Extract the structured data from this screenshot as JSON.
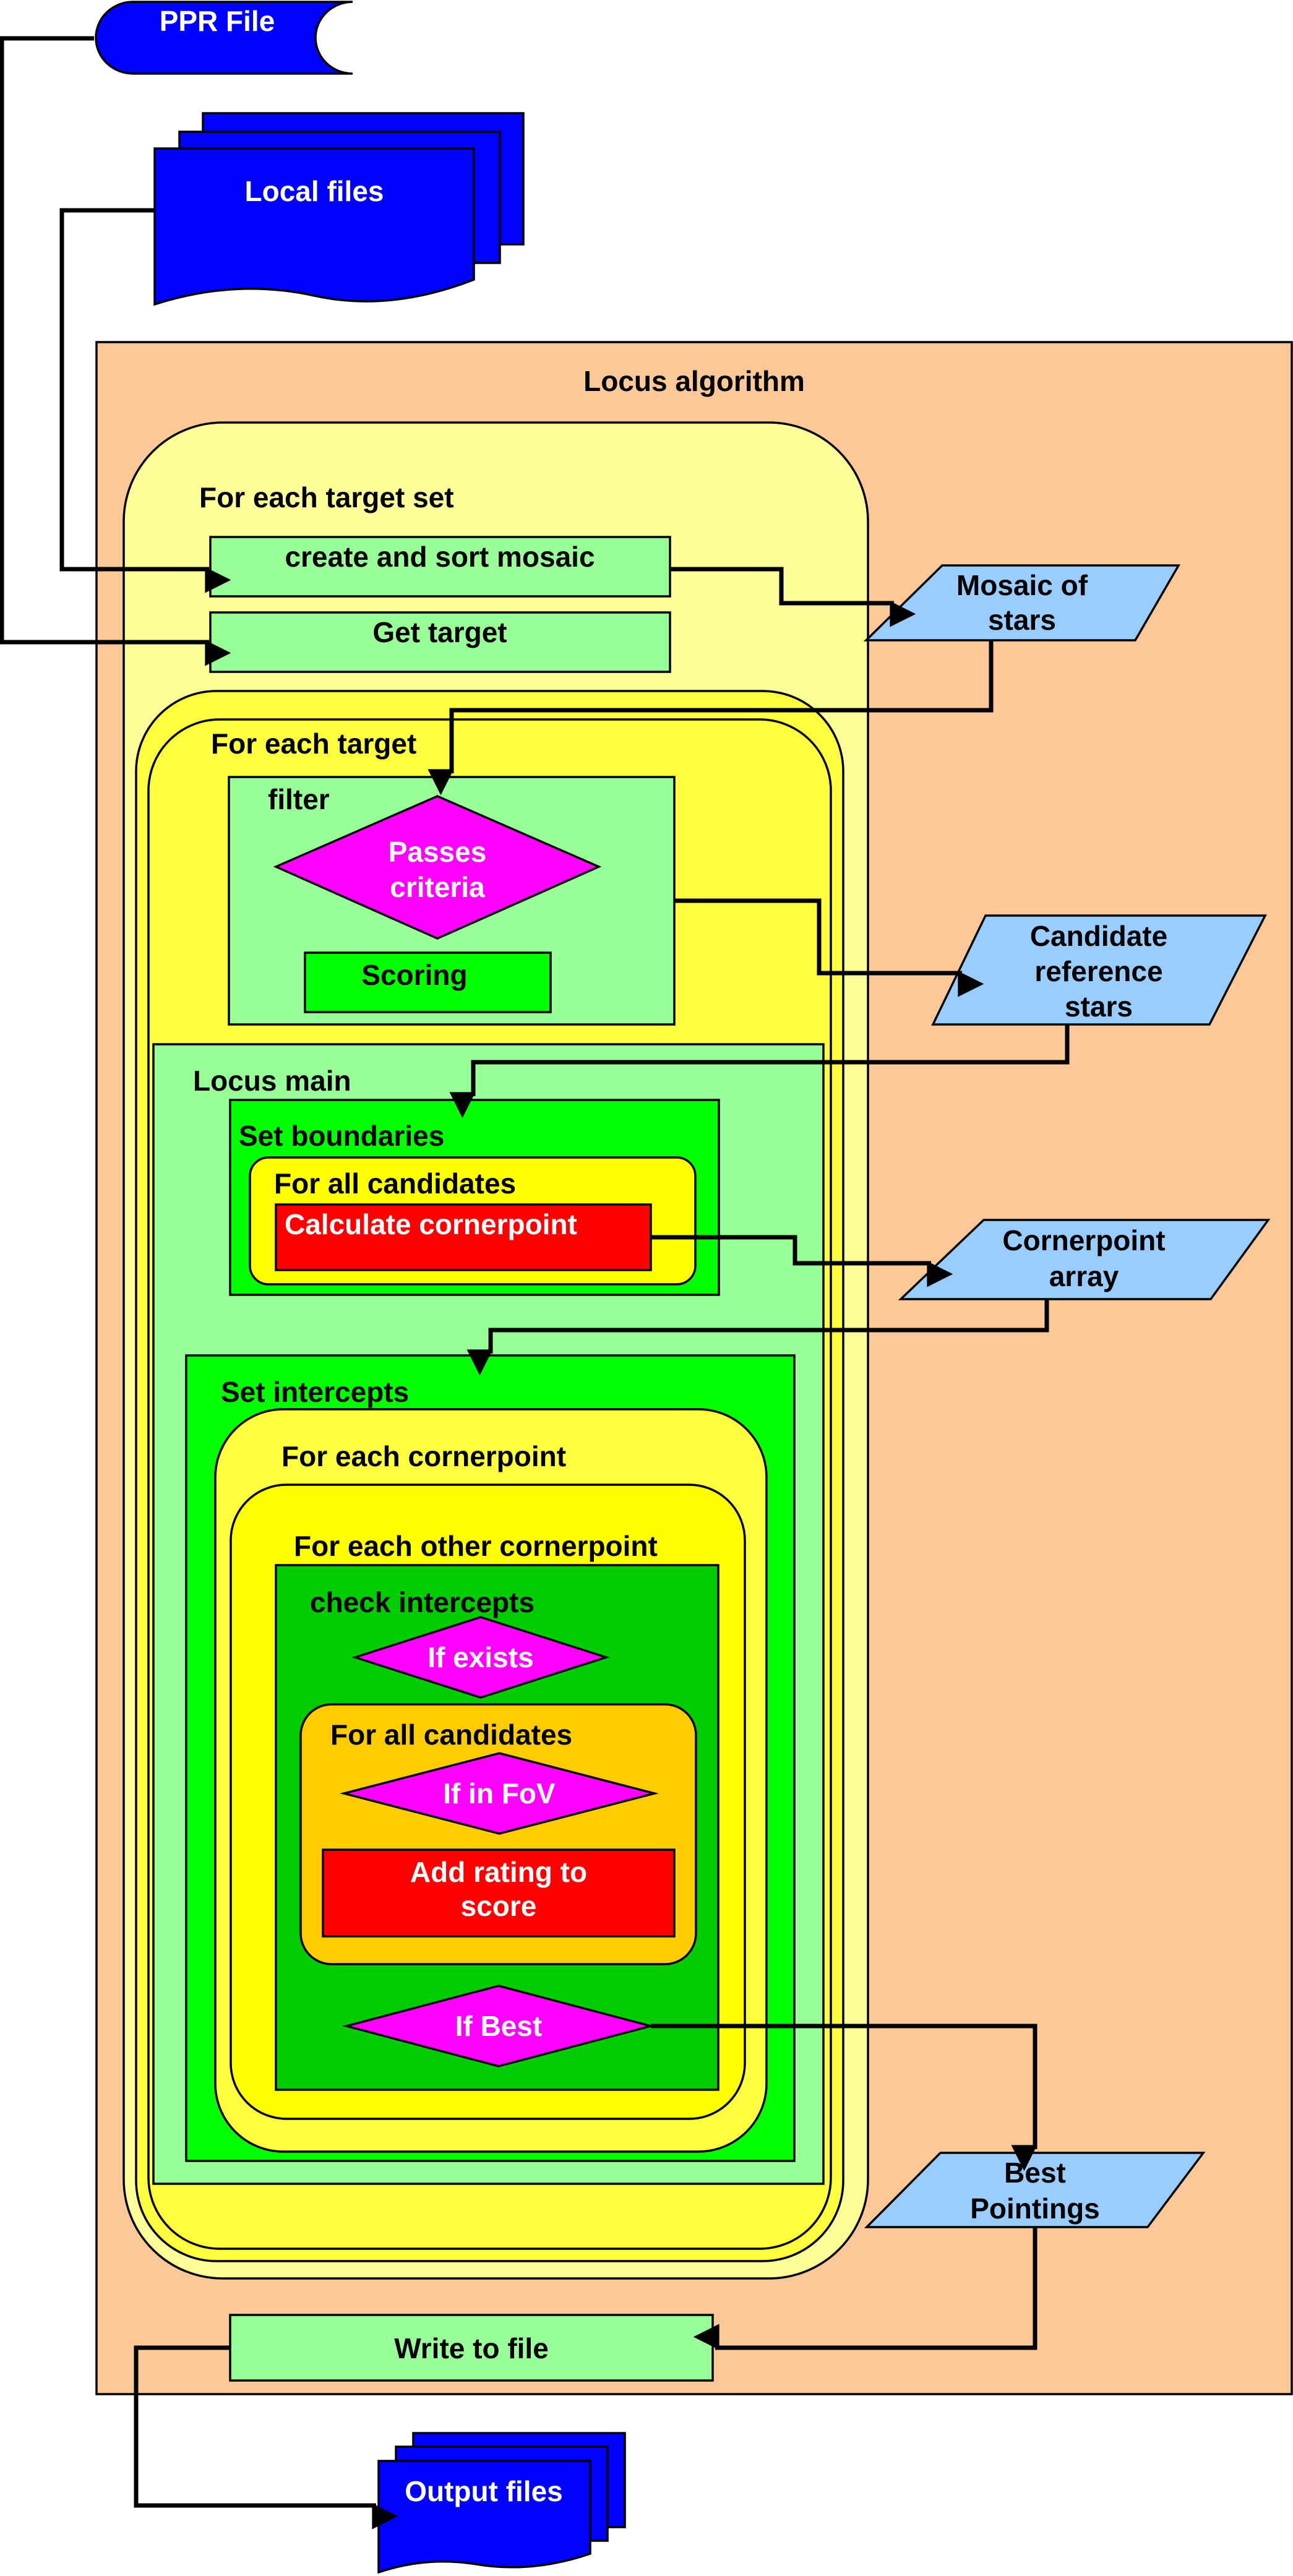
{
  "inputs": {
    "ppr_file": "PPR File",
    "local_files": "Local files"
  },
  "locus_algorithm": {
    "title": "Locus algorithm",
    "for_each_target_set": {
      "title": "For each target set",
      "create_and_sort_mosaic": "create and sort mosaic",
      "get_target": "Get target",
      "for_each_target": {
        "title": "For each target",
        "filter": {
          "title": "filter",
          "passes_criteria": [
            "Passes",
            "criteria"
          ],
          "scoring": "Scoring"
        },
        "locus_main": {
          "title": "Locus main",
          "set_boundaries": {
            "title": "Set boundaries",
            "for_all_candidates": "For all candidates",
            "calculate_cornerpoint": "Calculate cornerpoint"
          },
          "set_intercepts": {
            "title": "Set intercepts",
            "for_each_cornerpoint": {
              "title": "For each cornerpoint",
              "for_each_other_cornerpoint": {
                "title": "For each other cornerpoint",
                "check_intercepts": {
                  "title": "check intercepts",
                  "if_exists": "If exists",
                  "for_all_candidates": {
                    "title": "For all candidates",
                    "if_in_fov": "If in FoV",
                    "add_rating": [
                      "Add rating to",
                      "score"
                    ]
                  },
                  "if_best": "If Best"
                }
              }
            }
          }
        }
      }
    },
    "write_to_file": "Write to file"
  },
  "data_stores": {
    "mosaic_of_stars": [
      "Mosaic of",
      "stars"
    ],
    "candidate_reference_stars": [
      "Candidate",
      "reference",
      "stars"
    ],
    "cornerpoint_array": [
      "Cornerpoint",
      "array"
    ],
    "best_pointings": [
      "Best",
      "Pointings"
    ]
  },
  "outputs": {
    "output_files": "Output files"
  },
  "colors": {
    "file_blue": "#0000ff",
    "data_store_blue": "#99ccff",
    "algorithm_bg": "#fcc898",
    "pale_yellow": "#ffff99",
    "yellow": "#ffff40",
    "bright_yellow": "#ffff00",
    "light_green": "#99ff99",
    "bright_green": "#00ff00",
    "dark_green": "#00cc00",
    "orange": "#ffcc00",
    "decision_magenta": "#ff00ff",
    "action_red": "#ff0000"
  }
}
